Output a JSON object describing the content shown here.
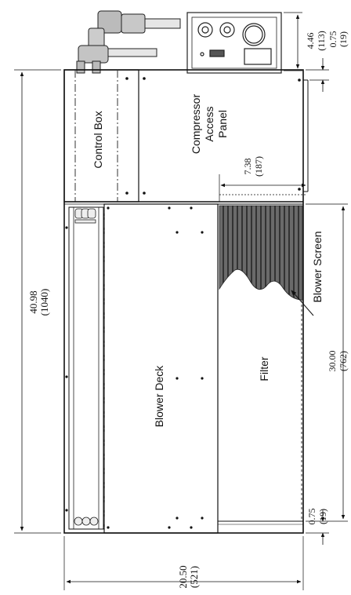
{
  "panels": {
    "control_box": "Control Box",
    "compressor_line1": "Compressor",
    "compressor_line2": "Access",
    "compressor_line3": "Panel",
    "blower_deck": "Blower Deck",
    "filter": "Filter",
    "blower_screen": "Blower Screen"
  },
  "dimensions": {
    "overall_height_in": "40.98",
    "overall_height_mm": "(1040)",
    "overall_width_in": "20.50",
    "overall_width_mm": "(521)",
    "top_box_in": "4.46",
    "top_box_mm": "(113)",
    "top_offset_in": "0.75",
    "top_offset_mm": "(19)",
    "bottom_offset_in": "0.75",
    "bottom_offset_mm": "(19)",
    "panel_gap_in": "7.38",
    "panel_gap_mm": "(187)",
    "filter_length_in": "30.00",
    "filter_length_mm": "(762)"
  }
}
